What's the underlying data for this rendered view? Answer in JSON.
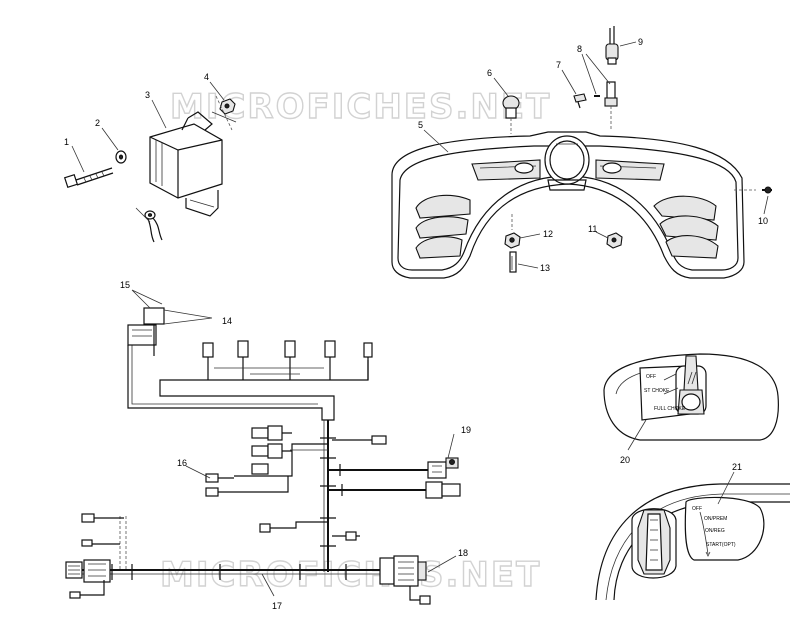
{
  "watermark": "MICROFICHES.NET",
  "callouts": {
    "c1": "1",
    "c2": "2",
    "c3": "3",
    "c4": "4",
    "c5": "5",
    "c6": "6",
    "c7": "7",
    "c8": "8",
    "c9": "9",
    "c10": "10",
    "c11": "11",
    "c12": "12",
    "c13": "13",
    "c14": "14",
    "c15": "15",
    "c16": "16",
    "c17": "17",
    "c18": "18",
    "c19": "19",
    "c20": "20",
    "c21": "21"
  },
  "switch20": {
    "off": "OFF",
    "st_choke": "ST CHOKE",
    "full_choke": "FULL CHOKE"
  },
  "switch21": {
    "off": "OFF",
    "on_prem": "ON/PREM",
    "on_reg": "ON/REG",
    "start_opt": "START(OPT)"
  }
}
